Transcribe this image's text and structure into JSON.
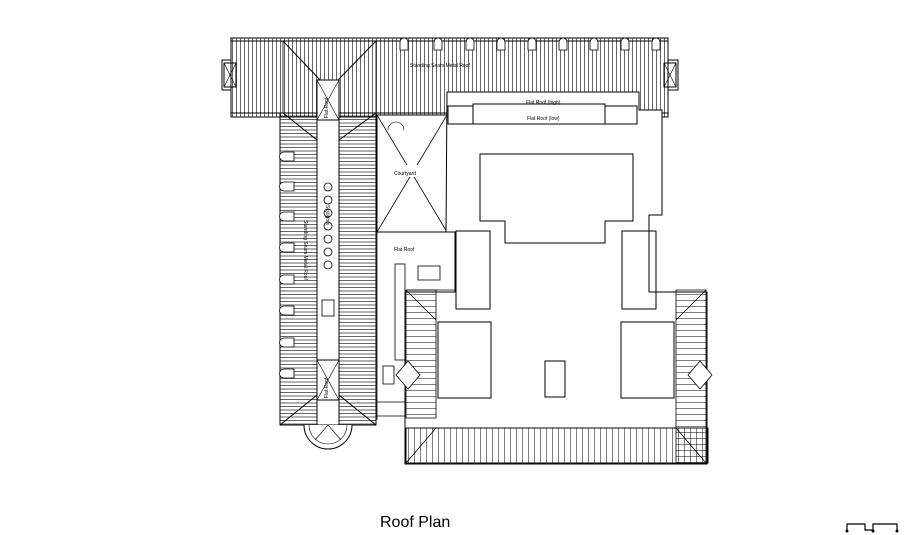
{
  "labels": {
    "standing_seam": "Standing Seam Metal Roof",
    "flat_roof_high": "Flat Roof (high)",
    "flat_roof_low": "Flat Roof (low)",
    "courtyard": "Courtyard",
    "flat_roof": "Flat Roof",
    "flat_roof_top": "Flat Roof",
    "flat_roof_bottom": "Flat Roof",
    "standing_seam_vertical": "Standing Seam Metal Roof",
    "skylights": "Skylights"
  },
  "title": "Roof Plan"
}
